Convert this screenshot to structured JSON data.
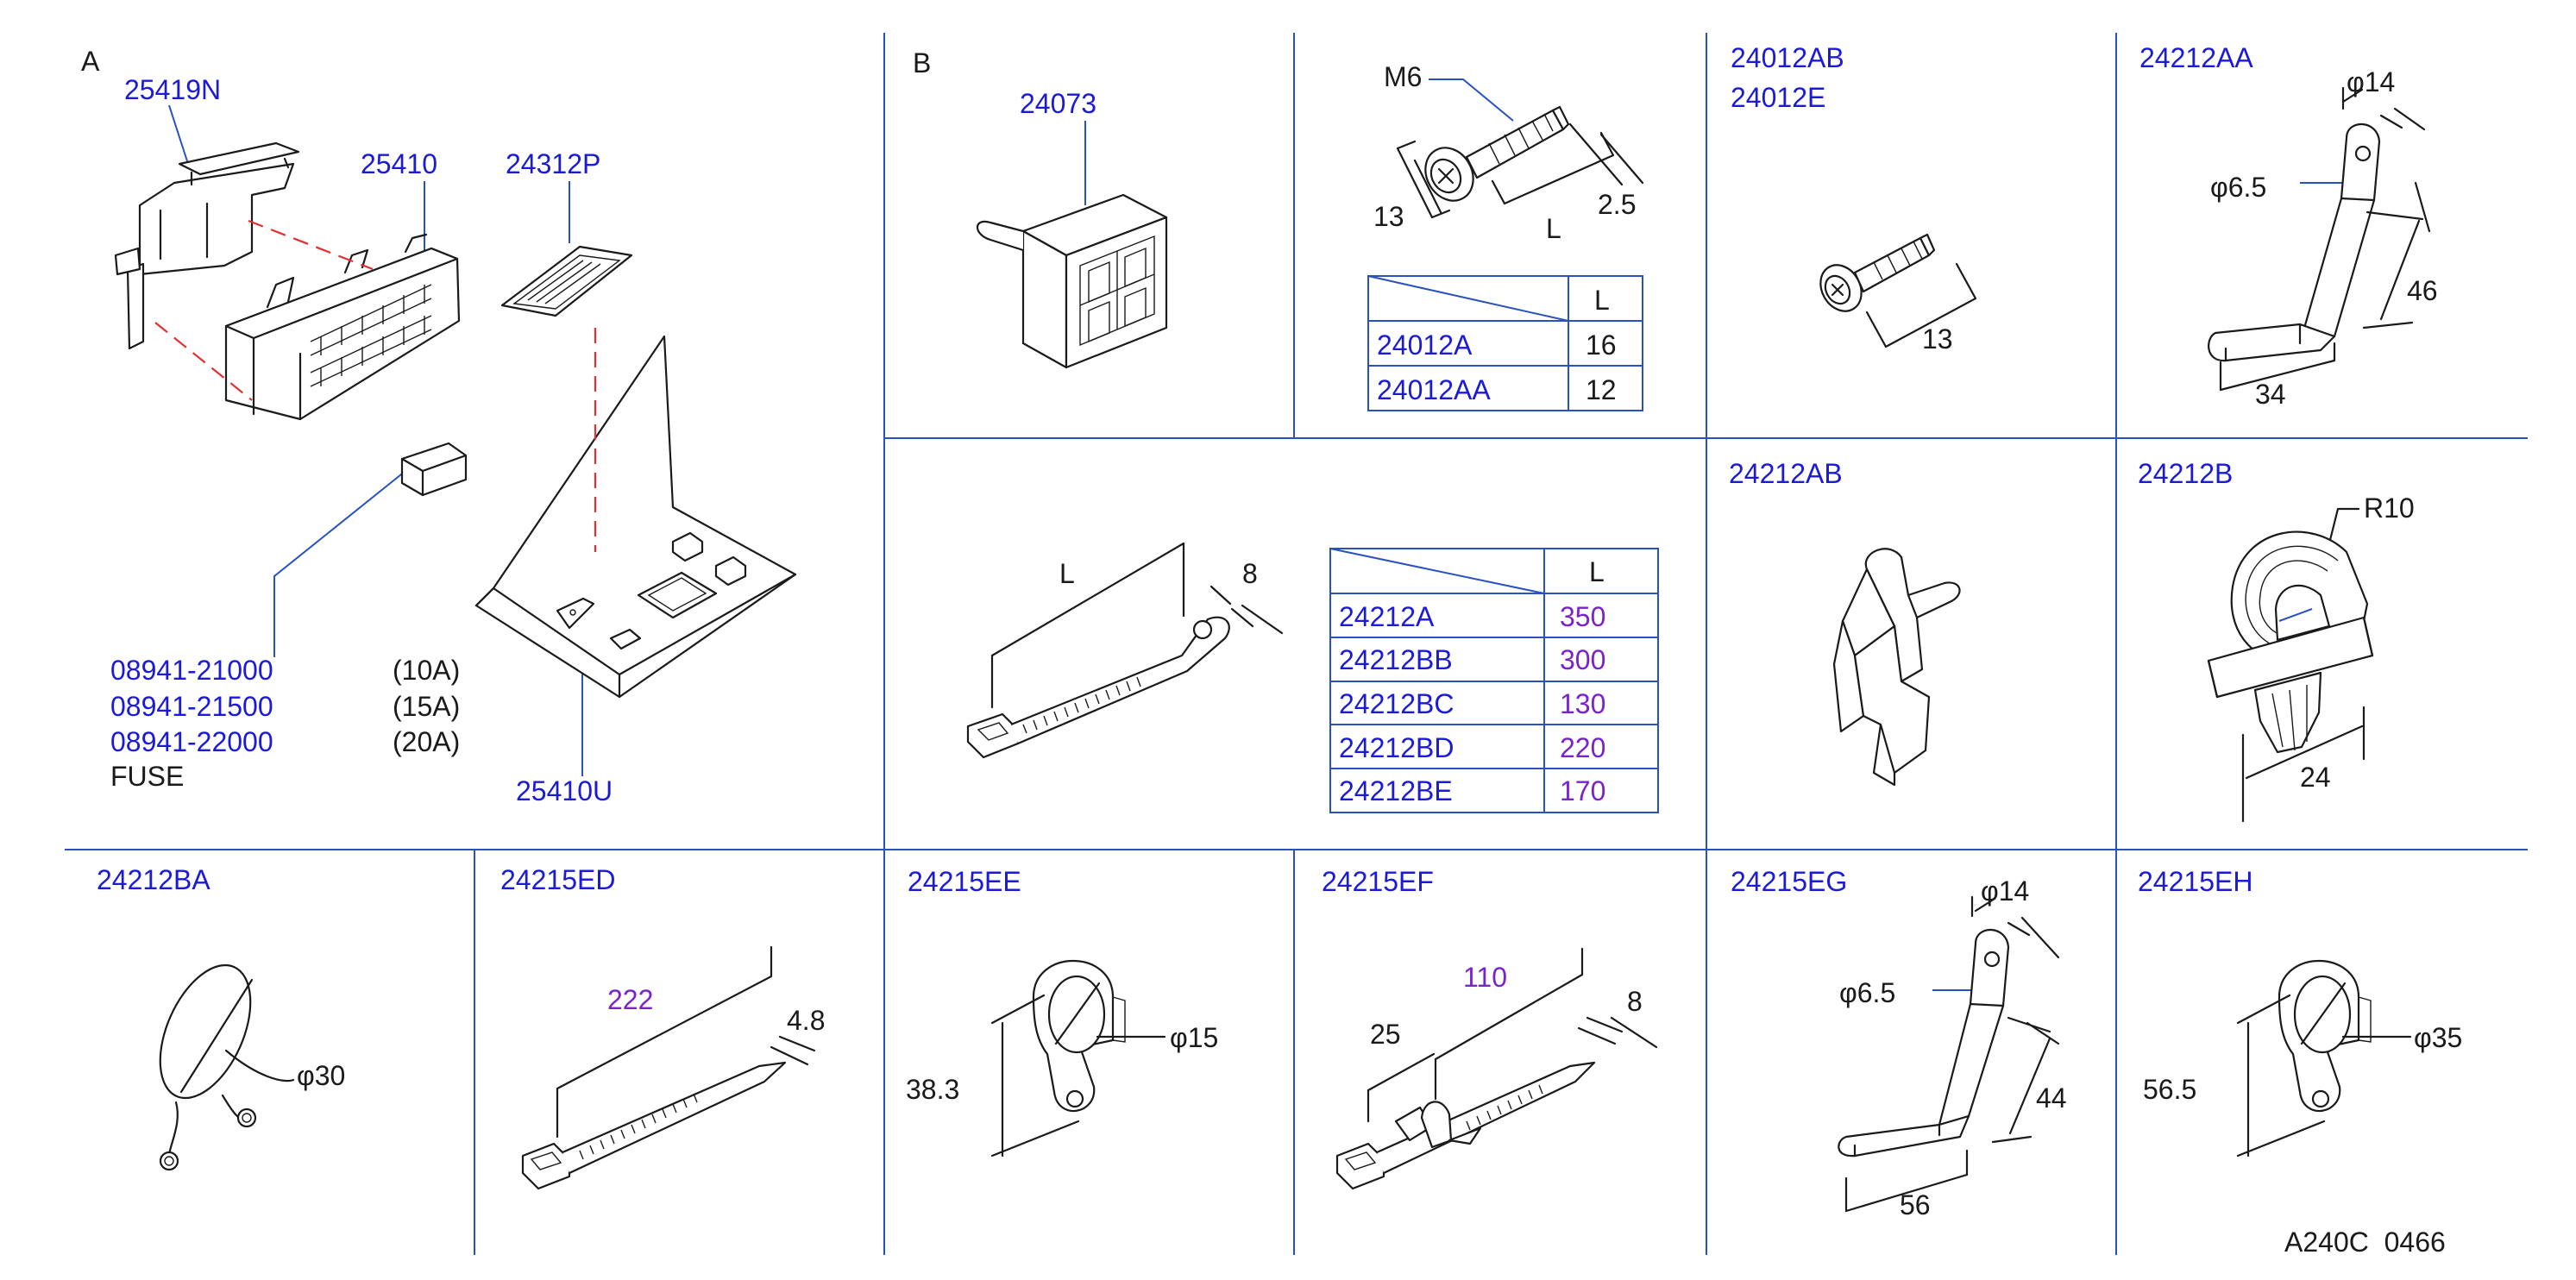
{
  "colors": {
    "part_number": "#1a1ad8",
    "dimension": "#1a1a1a",
    "length_value": "#7a22cc",
    "grid": "#2a52be",
    "leader": "#2a52be",
    "alignment": "#e03030"
  },
  "section_a": {
    "label": "A",
    "parts": [
      "25419N",
      "25410",
      "24312P",
      "25410U"
    ],
    "fuse_parts": [
      {
        "number": "08941-21000",
        "rating": "(10A)"
      },
      {
        "number": "08941-21500",
        "rating": "(15A)"
      },
      {
        "number": "08941-22000",
        "rating": "(20A)"
      }
    ],
    "fuse_label": "FUSE"
  },
  "section_b": {
    "label": "B",
    "connector_part": "24073"
  },
  "bolt_m6": {
    "thread_label": "M6",
    "dims": [
      "13",
      "L",
      "2.5"
    ],
    "table": {
      "header": "L",
      "rows": [
        {
          "part": "24012A",
          "L": "16"
        },
        {
          "part": "24012AA",
          "L": "12"
        }
      ]
    }
  },
  "bolt_24012": {
    "parts": [
      "24012AB",
      "24012E"
    ],
    "dim": "13"
  },
  "clip_24212AA": {
    "part": "24212AA",
    "dims": [
      "φ14",
      "φ6.5",
      "46",
      "34"
    ]
  },
  "tie_24212": {
    "dims": [
      "L",
      "8"
    ],
    "table": {
      "header": "L",
      "rows": [
        {
          "part": "24212A",
          "L": "350"
        },
        {
          "part": "24212BB",
          "L": "300"
        },
        {
          "part": "24212BC",
          "L": "130"
        },
        {
          "part": "24212BD",
          "L": "220"
        },
        {
          "part": "24212BE",
          "L": "170"
        }
      ]
    }
  },
  "clip_24212AB": {
    "part": "24212AB"
  },
  "clip_24212B": {
    "part": "24212B",
    "dims": [
      "R10",
      "24"
    ]
  },
  "clip_24212BA": {
    "part": "24212BA",
    "dims": [
      "φ30"
    ]
  },
  "tie_24215ED": {
    "part": "24215ED",
    "length": "222",
    "dims": [
      "4.8"
    ]
  },
  "clamp_24215EE": {
    "part": "24215EE",
    "dims": [
      "38.3",
      "φ15"
    ]
  },
  "tie_24215EF": {
    "part": "24215EF",
    "length": "110",
    "dims": [
      "25",
      "8"
    ]
  },
  "clip_24215EG": {
    "part": "24215EG",
    "dims": [
      "φ14",
      "φ6.5",
      "44",
      "56"
    ]
  },
  "clamp_24215EH": {
    "part": "24215EH",
    "dims": [
      "56.5",
      "φ35"
    ]
  },
  "drawing_code": "A240C  0466"
}
